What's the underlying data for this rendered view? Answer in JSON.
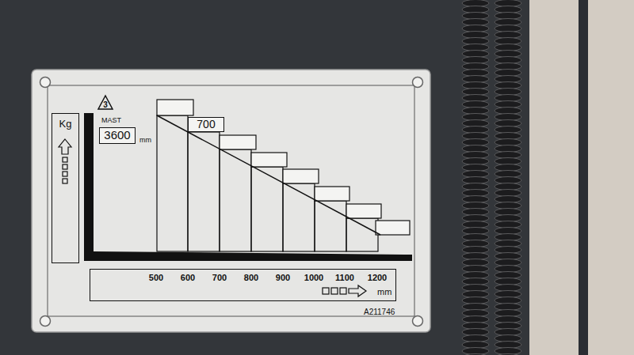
{
  "diagram": {
    "nodes": [
      {
        "text": [
          "Kg"
        ]
      },
      {
        "text": [
          "3600"
        ]
      },
      {
        "text": [
          "700"
        ]
      },
      {
        "text": [
          "500",
          "600",
          "700",
          "800",
          "900",
          "1000",
          "1100",
          "1200",
          "mm"
        ]
      }
    ],
    "labels": [
      "3",
      "MAST",
      "mm",
      "A211746"
    ]
  }
}
